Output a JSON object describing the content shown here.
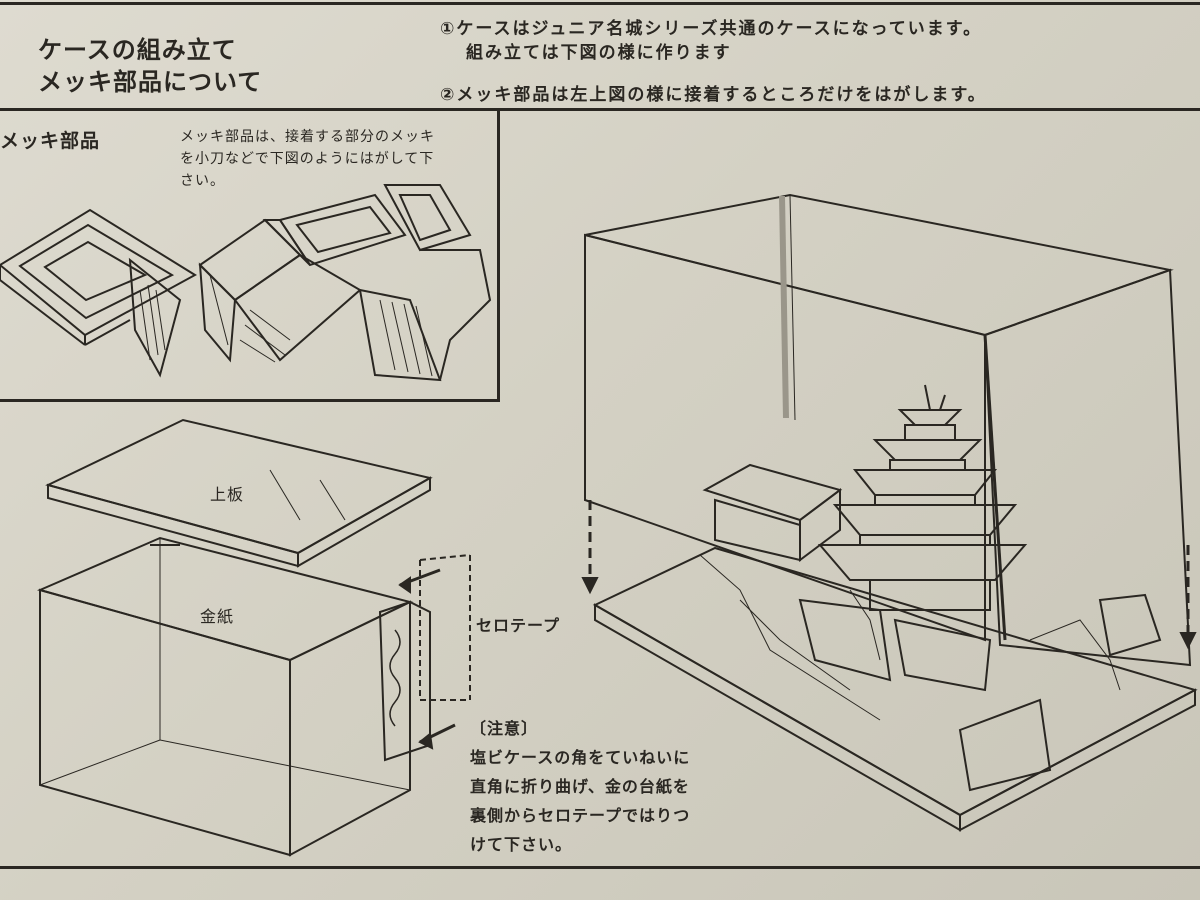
{
  "header": {
    "title_line1": "ケースの組み立て",
    "title_line2": "メッキ部品について",
    "note1_line1": "①ケースはジュニア名城シリーズ共通のケースになっています。",
    "note1_line2": "組み立ては下図の様に作ります",
    "note2": "②メッキ部品は左上図の様に接着するところだけをはがします。"
  },
  "plating_panel": {
    "heading": "メッキ部品",
    "desc_line1": "メッキ部品は、接着する部分のメッキ",
    "desc_line2": "を小刀などで下図のようにはがして下",
    "desc_line3": "さい。"
  },
  "case_diagram": {
    "top_plate_label": "上板",
    "gold_paper_label": "金紙",
    "tape_label": "セロテープ"
  },
  "caution": {
    "heading": "〔注意〕",
    "line1": "塩ビケースの角をていねいに",
    "line2": "直角に折り曲げ、金の台紙を",
    "line3": "裏側からセロテープではりつ",
    "line4": "けて下さい。"
  }
}
